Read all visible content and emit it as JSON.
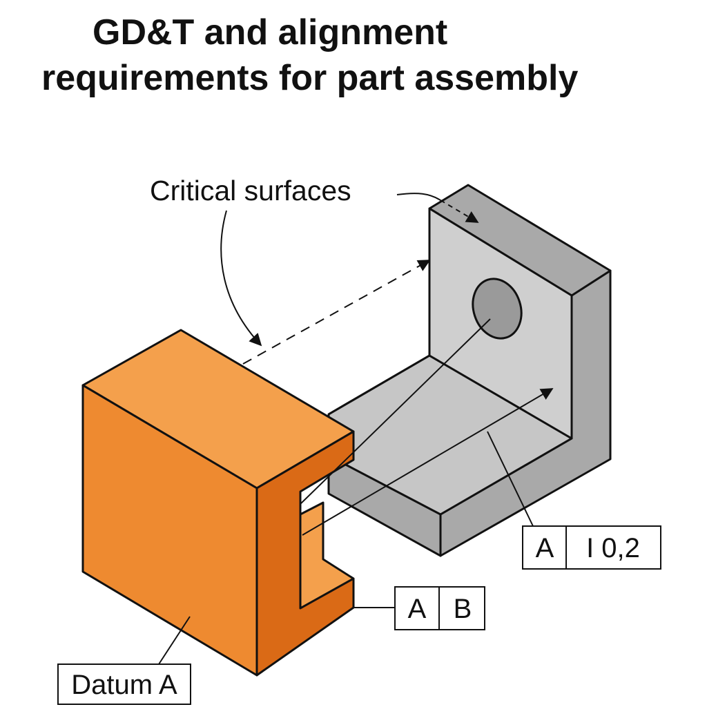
{
  "title": {
    "line1": "GD&T and alignment",
    "line2": "requirements for part assembly"
  },
  "callouts": {
    "critical_surfaces": "Critical surfaces",
    "datum_label": "Datum A"
  },
  "frame_ab": {
    "cell1": "A",
    "cell2": "B"
  },
  "frame_tol": {
    "datum": "A",
    "tolerance": "I 0,2"
  },
  "colors": {
    "orange_top": "#F4A04C",
    "orange_front": "#EE8A30",
    "orange_side": "#DA6A16",
    "gray_face": "#CFCFCF",
    "gray_floor": "#C6C6C6",
    "gray_side": "#A9A9A9",
    "gray_hole": "#9A9A9A",
    "line": "#111111"
  }
}
